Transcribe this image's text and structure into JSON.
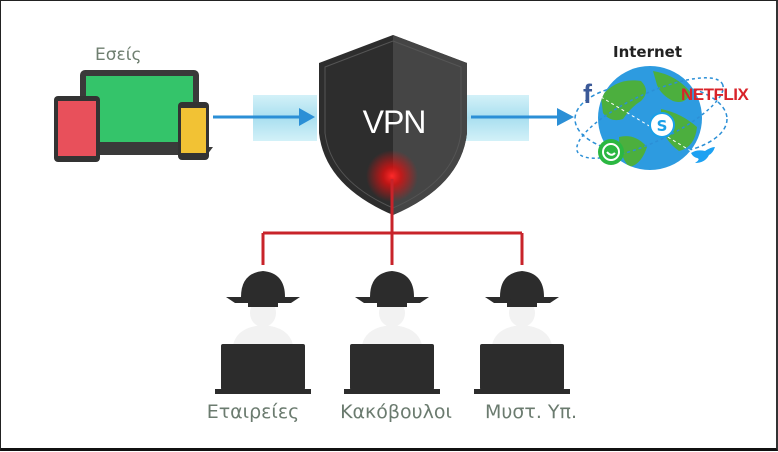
{
  "labels": {
    "devices": "Εσείς",
    "internet": "Internet",
    "vpn": "VPN",
    "netflix": "NETFLIX",
    "facebook": "f",
    "companies": "Εταιρείες",
    "malicious": "Κακόβουλοι",
    "secret_services": "Μυστ. Υπ."
  },
  "colors": {
    "shield": "#3a3a3a",
    "shield_edge": "#2a2a2a",
    "tunnel": "#b9e6f2",
    "arrow": "#2b8fd6",
    "leak_line": "#c8232a",
    "laptop_screen": "#34c46a",
    "tablet_screen": "#e8505b",
    "phone_screen": "#f2c234",
    "globe_ocean": "#2d9be0",
    "globe_land": "#4caf3e",
    "netflix": "#d8232a",
    "spy": "#2c2c2c"
  },
  "icons": [
    "laptop-icon",
    "tablet-icon",
    "phone-icon",
    "shield-icon",
    "globe-icon",
    "facebook-icon",
    "netflix-icon",
    "skype-icon",
    "whatsapp-icon",
    "twitter-icon",
    "spy-icon"
  ]
}
